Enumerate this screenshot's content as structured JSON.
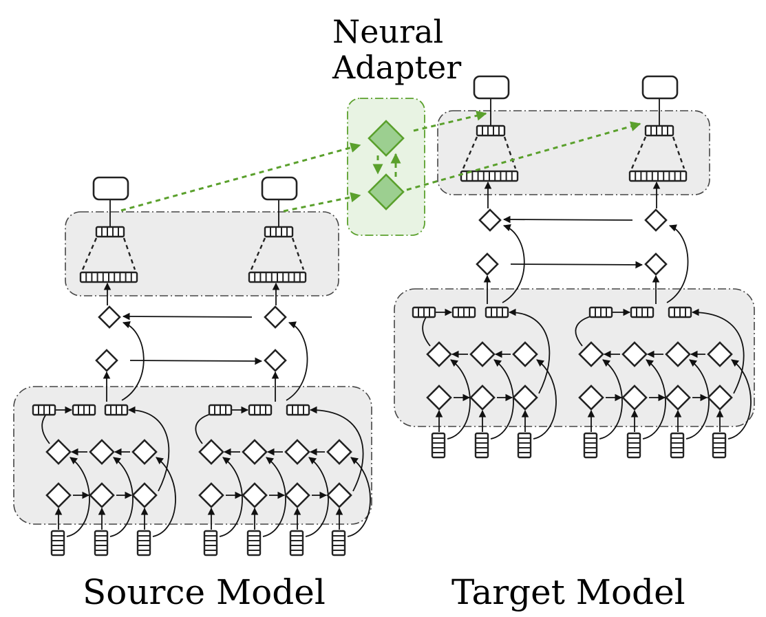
{
  "adapter": {
    "title_line1": "Neural",
    "title_line2": "Adapter",
    "fill_color": "#e8f3e3",
    "stroke_color": "#5aa02c",
    "node_fill_color": "#9ccf90",
    "node_count": 2
  },
  "models": [
    {
      "id": "source",
      "label": "Source Model",
      "segments": [
        {
          "tokens": 3
        },
        {
          "tokens": 4
        }
      ],
      "outputs": 2
    },
    {
      "id": "target",
      "label": "Target Model",
      "segments": [
        {
          "tokens": 3
        },
        {
          "tokens": 4
        }
      ],
      "outputs": 2
    }
  ],
  "colors": {
    "panel_fill": "#ececec",
    "stroke": "#222222",
    "adapter_green": "#5aa02c"
  }
}
